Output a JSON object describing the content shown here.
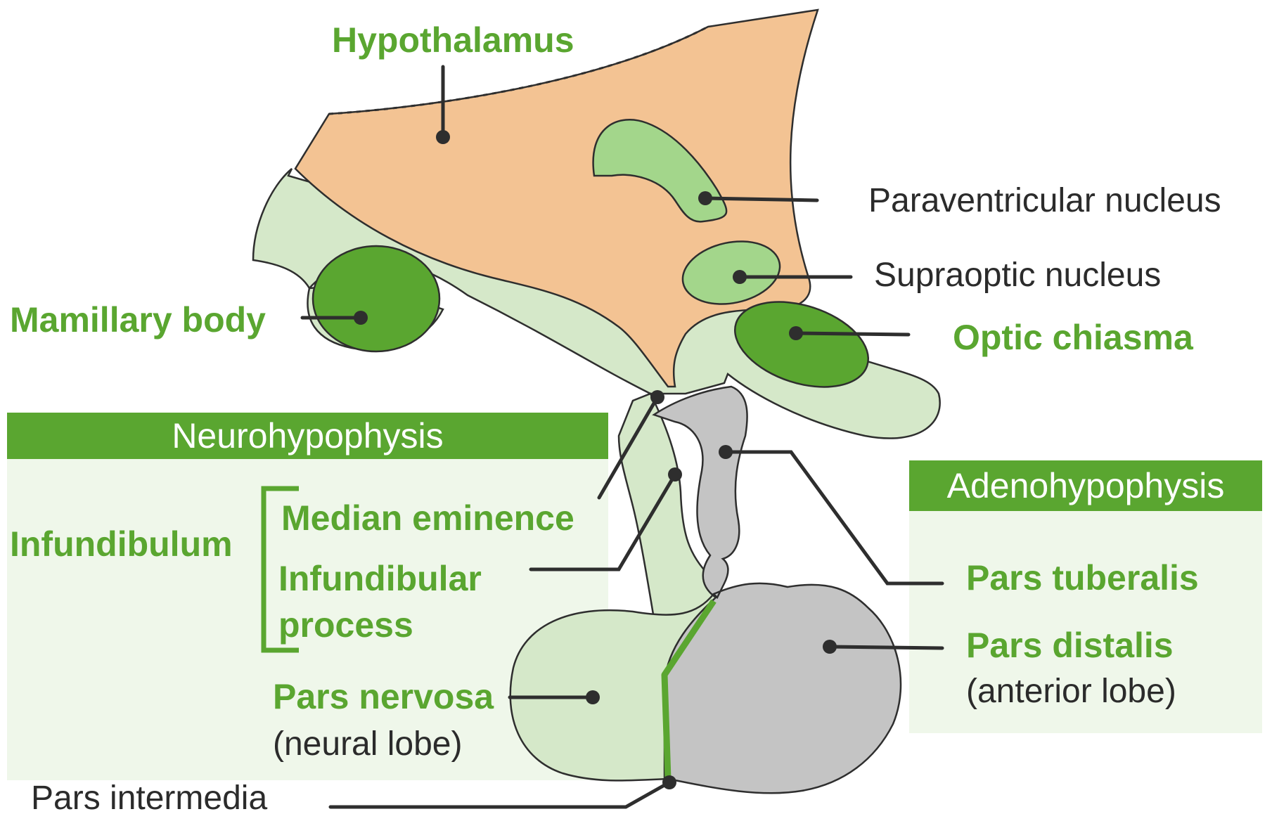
{
  "colors": {
    "accent_green": "#5aa630",
    "hypothalamus_fill": "#f3c393",
    "light_green_fill": "#d5e8c9",
    "nucleus_fill": "#a3d68b",
    "dark_green_fill": "#5aa630",
    "pituitary_gray": "#c4c4c4",
    "panel_fill": "#eff7ea",
    "text_dark": "#2b2b2b"
  },
  "labels": {
    "hypothalamus": "Hypothalamus",
    "paraventricular_nucleus": "Paraventricular nucleus",
    "supraoptic_nucleus": "Supraoptic nucleus",
    "mamillary_body": "Mamillary body",
    "optic_chiasma": "Optic chiasma",
    "infundibulum": "Infundibulum",
    "median_eminence": "Median eminence",
    "infundibular_process_line1": "Infundibular",
    "infundibular_process_line2": "process",
    "pars_nervosa": "Pars nervosa",
    "neural_lobe": "(neural lobe)",
    "pars_intermedia": "Pars intermedia",
    "pars_tuberalis": "Pars tuberalis",
    "pars_distalis": "Pars distalis",
    "anterior_lobe": "(anterior lobe)"
  },
  "panels": {
    "neurohypophysis": "Neurohypophysis",
    "adenohypophysis": "Adenohypophysis"
  }
}
